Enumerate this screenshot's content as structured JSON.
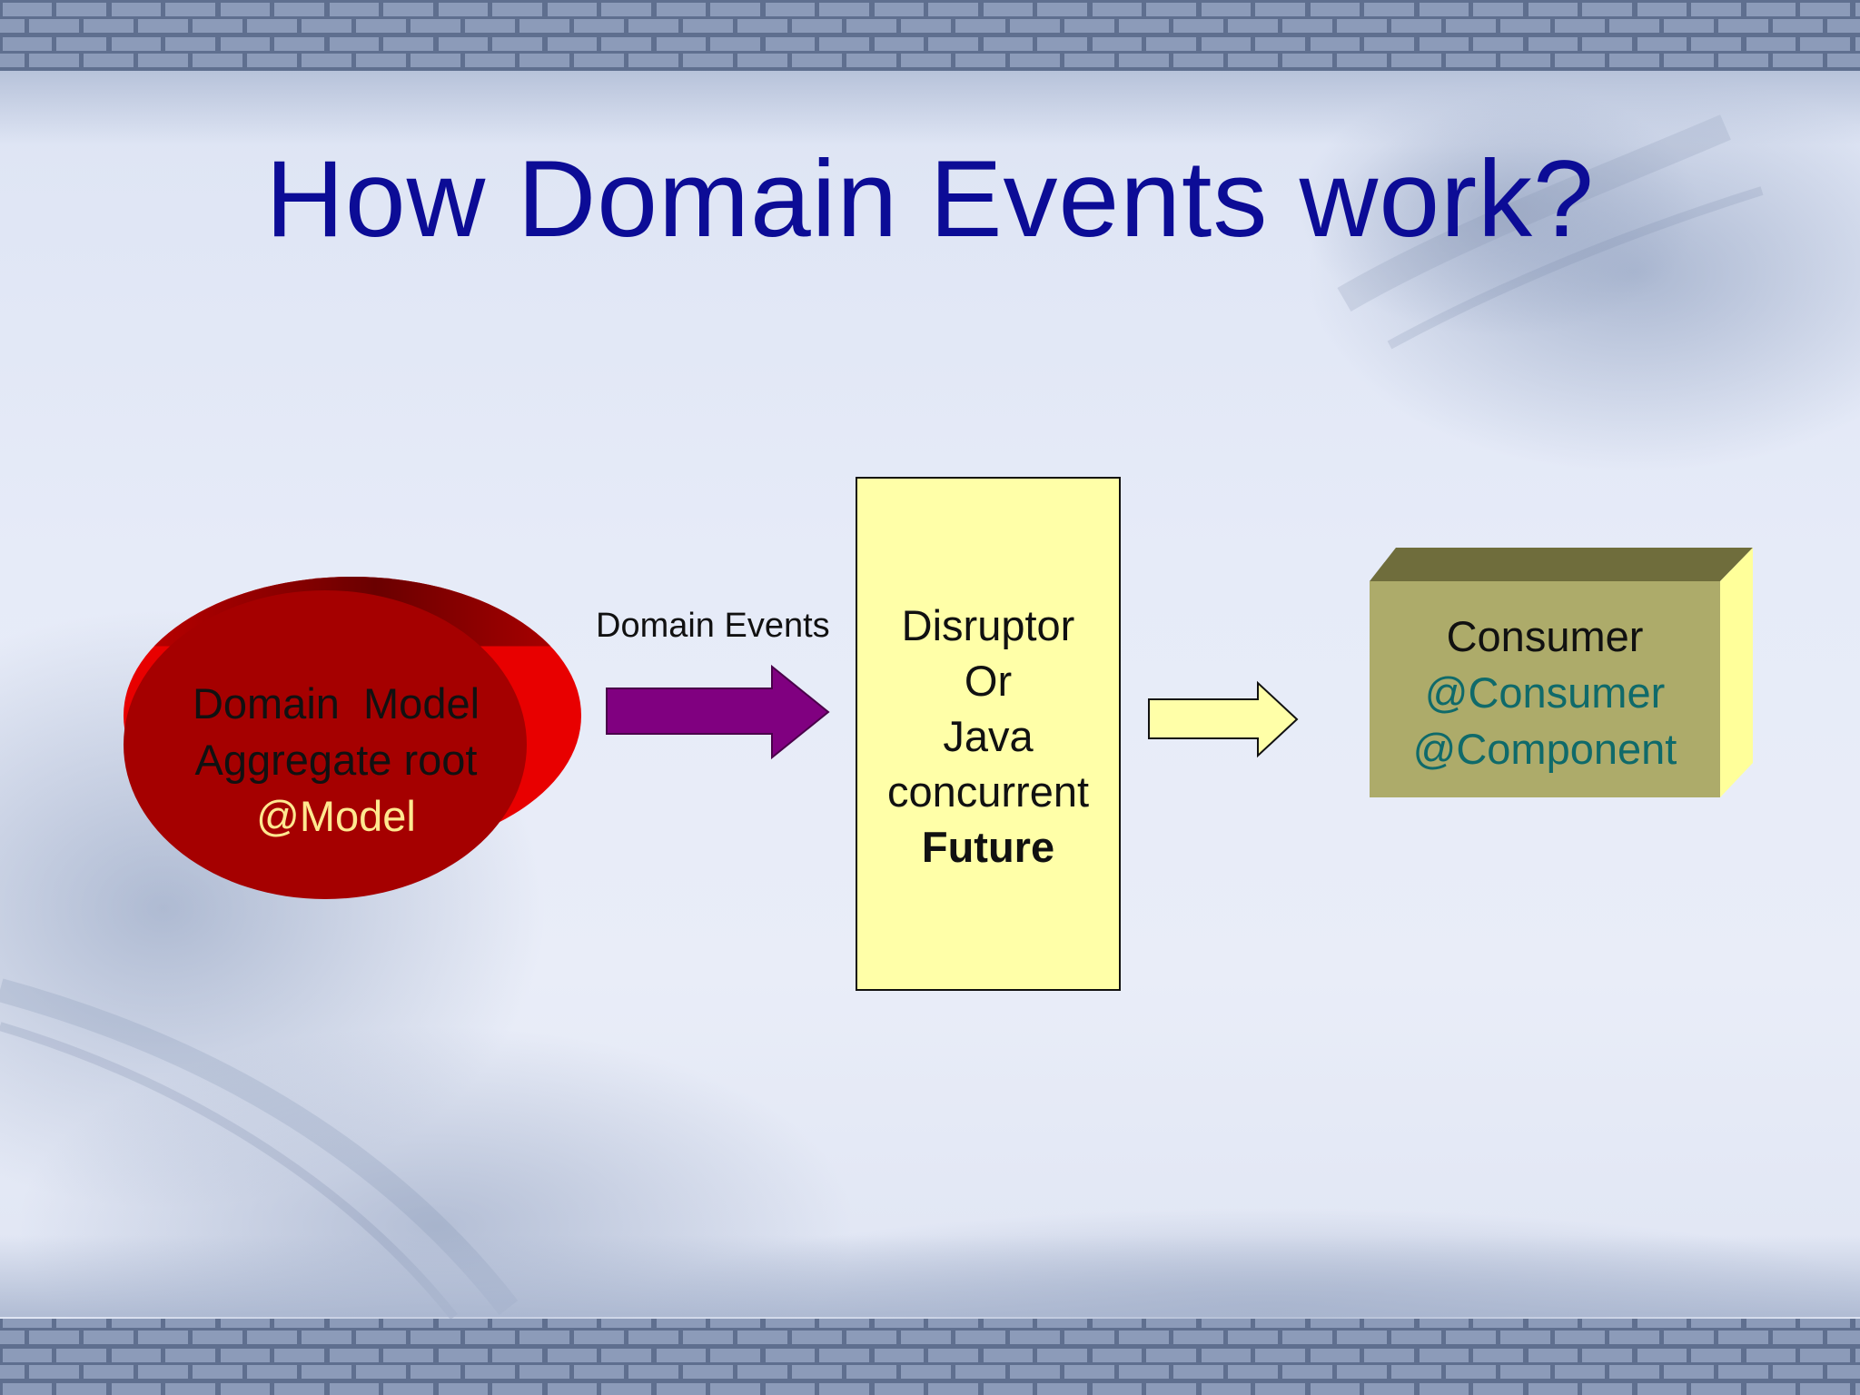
{
  "slide": {
    "title": "How Domain Events work?"
  },
  "diagram": {
    "nodes": {
      "domain_model": {
        "shape": "ellipse-3d",
        "lines": [
          "Domain  Model",
          "Aggregate root"
        ],
        "annotation": "@Model",
        "fill": "#a50000",
        "side_fill": "#e80000",
        "annotation_color": "#ffe890"
      },
      "disruptor": {
        "shape": "rectangle",
        "lines": [
          "Disruptor",
          "Or",
          "Java",
          "concurrent"
        ],
        "strong": "Future",
        "fill": "#ffffa8"
      },
      "consumer": {
        "shape": "box-3d",
        "line": "Consumer",
        "annotations": [
          "@Consumer",
          "@Component"
        ],
        "fill": "#adab6a",
        "top_fill": "#6f6d3c",
        "side_fill": "#ffff9a",
        "annotation_color": "#0f6a6a"
      }
    },
    "edges": [
      {
        "from": "domain_model",
        "to": "disruptor",
        "label": "Domain Events",
        "color": "#800080"
      },
      {
        "from": "disruptor",
        "to": "consumer",
        "label": "",
        "color": "#ffffa8"
      }
    ]
  },
  "colors": {
    "title": "#0c0c96",
    "border_brick": "#7c8cab"
  }
}
